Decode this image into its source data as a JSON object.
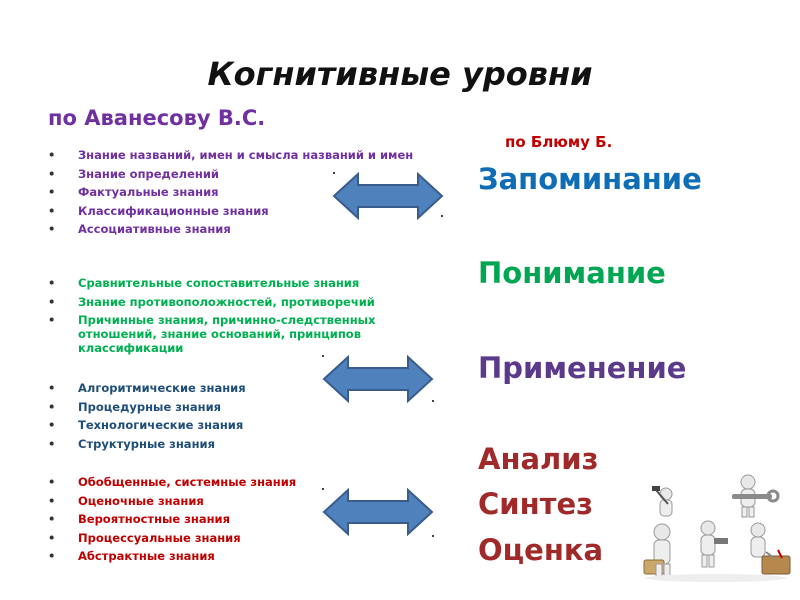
{
  "title": "Когнитивные уровни",
  "left_heading": "по  Аванесову В.С.",
  "right_heading": "по Блюму Б.",
  "groups": [
    {
      "color": "#7030a0",
      "items": [
        "Знание названий, имен и смысла названий и имен",
        "Знание определений",
        "Фактуальные знания",
        "Классификационные знания",
        "Ассоциативные знания"
      ]
    },
    {
      "color": "#00b050",
      "items": [
        "Сравнительные сопоставительные знания",
        "Знание противоположностей, противоречий",
        "Причинные знания, причинно-следственных отношений, знание оснований, принципов классификации"
      ]
    },
    {
      "color": "#1f4e79",
      "items": [
        "Алгоритмические знания",
        " Процедурные знания",
        "Технологические знания",
        "Структурные знания"
      ]
    },
    {
      "color": "#c00000",
      "items": [
        "Обобщенные, системные знания",
        "Оценочные знания",
        "Вероятностные  знания",
        "Процессуальные знания",
        "Абстрактные знания"
      ]
    }
  ],
  "levels": [
    {
      "label": "Запоминание",
      "color": "#0e6db5"
    },
    {
      "label": "Понимание",
      "color": "#00a651"
    },
    {
      "label": "Применение",
      "color": "#5b3a8c"
    },
    {
      "label": "Анализ",
      "color": "#a02a2a"
    },
    {
      "label": "Синтез",
      "color": "#a02a2a"
    },
    {
      "label": "Оценка",
      "color": "#a02a2a"
    }
  ],
  "arrow_color": "#4f81bd",
  "illustration": "people-with-tools-figures"
}
